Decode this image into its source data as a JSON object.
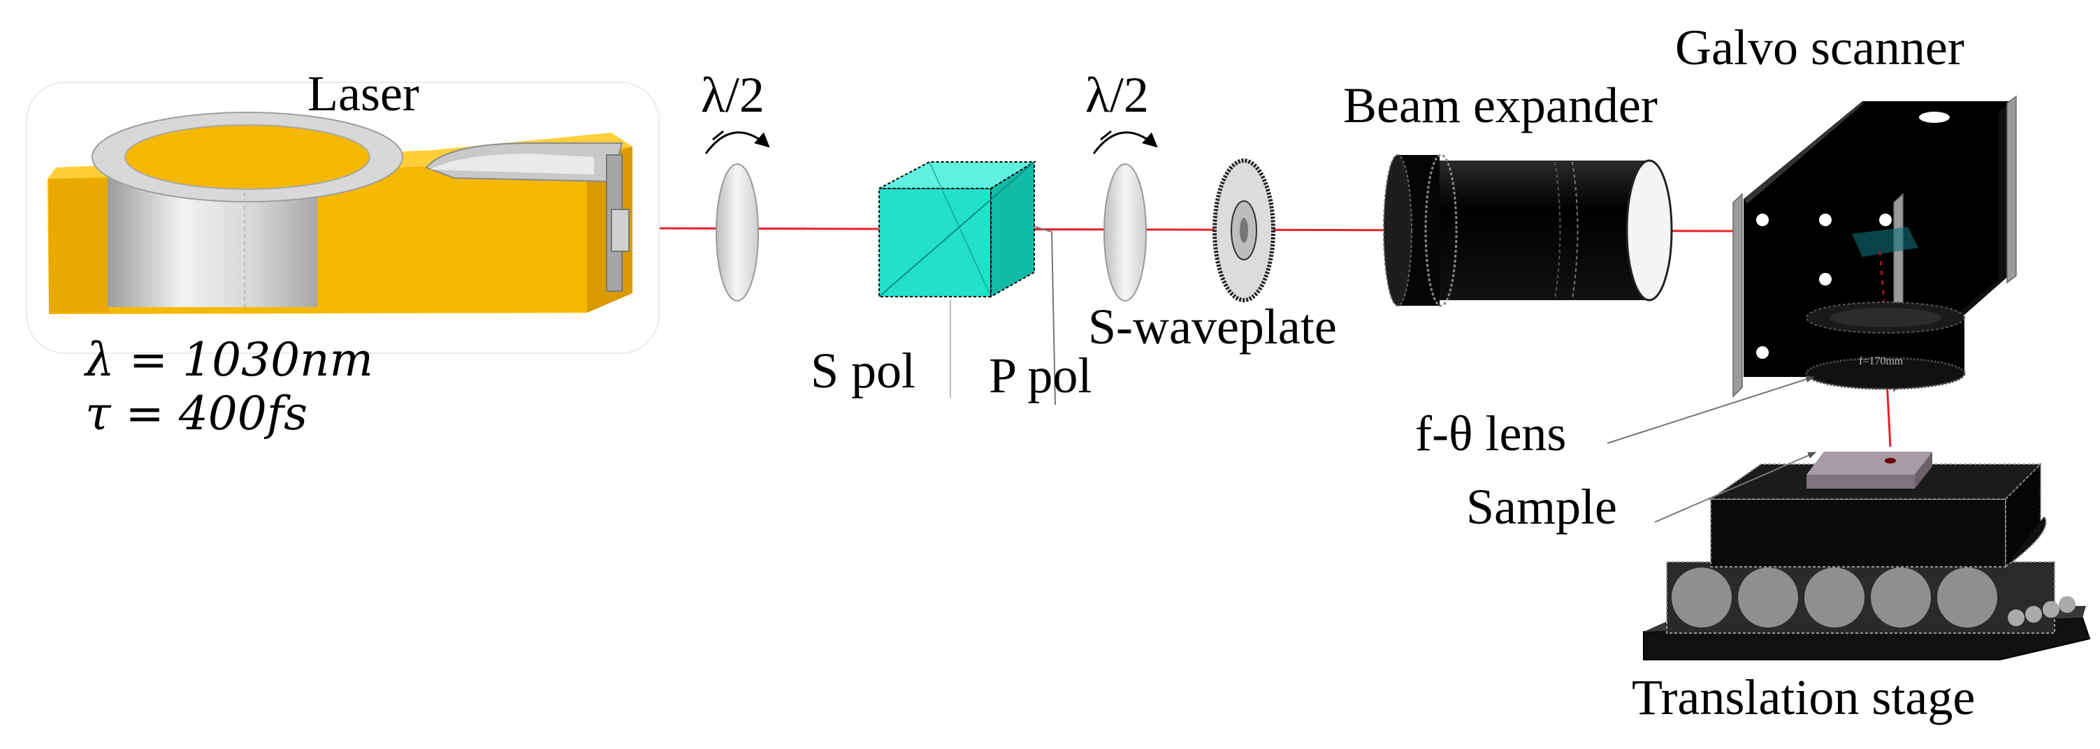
{
  "labels": {
    "laser": "Laser",
    "half_wave_1": "λ/2",
    "half_wave_2": "λ/2",
    "beam_expander": "Beam expander",
    "galvo_scanner": "Galvo scanner",
    "s_pol": "S pol",
    "p_pol": "P pol",
    "s_waveplate": "S-waveplate",
    "f_theta_lens": "f-θ lens",
    "sample": "Sample",
    "translation_stage": "Translation stage",
    "lens_marking": "f=170mm"
  },
  "parameters": {
    "wavelength": "λ = 1030nm",
    "pulse_duration": "τ = 400fs"
  },
  "colors": {
    "beam": "#e8202a",
    "laser_body": "#f5b800",
    "laser_ring": "#cfcfcf",
    "cube": "#22e0cc",
    "dark_component": "#0a0a0a",
    "sample": "#9a8e97"
  }
}
